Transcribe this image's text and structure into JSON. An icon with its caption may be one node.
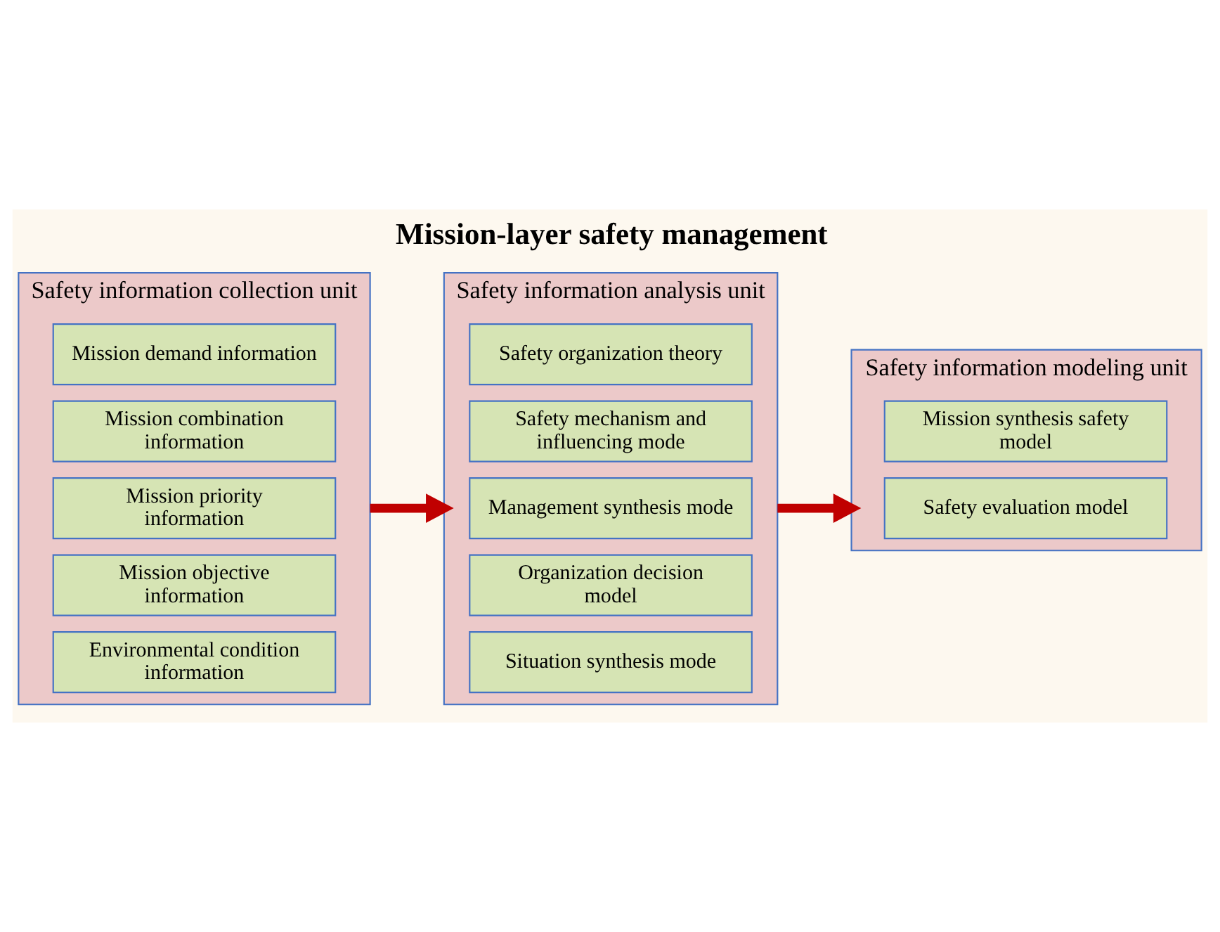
{
  "diagram": {
    "title": "Mission-layer safety management",
    "nodes": [
      {
        "text": [
          "Safety information modeling unit"
        ]
      },
      {
        "text": [
          "Mission synthesis safety model"
        ],
        "in": 0
      },
      {
        "text": [
          "Safety evaluation model"
        ],
        "in": 0
      },
      {
        "text": [
          "Safety information collection unit"
        ]
      },
      {
        "text": [
          "Mission demand information"
        ],
        "in": 3
      },
      {
        "text": [
          "Mission combination information"
        ],
        "in": 3
      },
      {
        "text": [
          "Mission priority information"
        ],
        "in": 3
      },
      {
        "text": [
          "Mission objective information"
        ],
        "in": 3
      },
      {
        "text": [
          "Environmental condition information"
        ],
        "in": 3
      },
      {
        "text": [
          "Safety information analysis unit"
        ]
      },
      {
        "text": [
          "Safety organization theory"
        ],
        "in": 9
      },
      {
        "text": [
          "Safety mechanism and influencing mode"
        ],
        "in": 9
      },
      {
        "text": [
          "Management synthesis mode"
        ],
        "in": 9
      },
      {
        "text": [
          "Organization decision model"
        ],
        "in": 9
      },
      {
        "text": [
          "Situation synthesis mode"
        ],
        "in": 9
      }
    ],
    "edges": [
      {
        "from": 3,
        "to": 9,
        "arrow": "to"
      },
      {
        "from": 9,
        "to": 0,
        "arrow": "to"
      }
    ]
  }
}
